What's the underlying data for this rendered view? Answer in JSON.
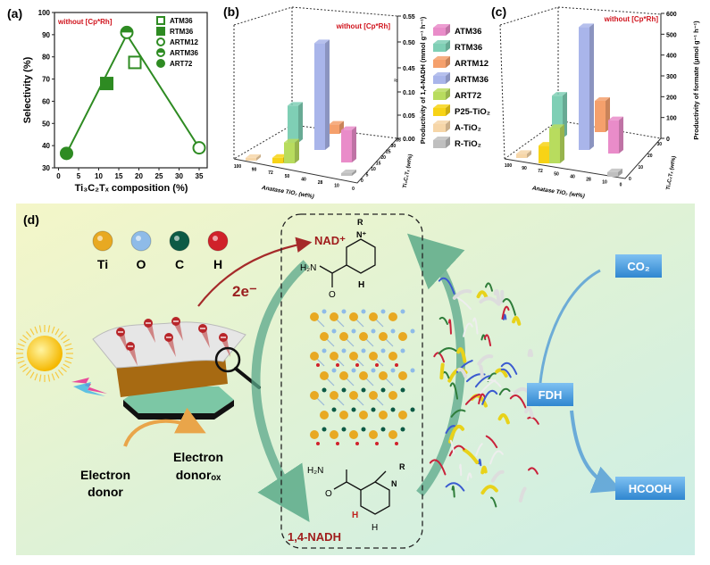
{
  "chart_data": [
    {
      "panel": "(a)",
      "type": "scatter",
      "annotation": "without [Cp*Rh]",
      "xlabel": "Ti₃C₂Tₓ composition (%)",
      "ylabel": "Selectivity (%)",
      "xlim": [
        -1,
        37
      ],
      "ylim": [
        30,
        100
      ],
      "xticks": [
        0,
        5,
        10,
        15,
        20,
        25,
        30,
        35
      ],
      "yticks": [
        30,
        40,
        50,
        60,
        70,
        80,
        90,
        100
      ],
      "line_points": [
        [
          2,
          36.5
        ],
        [
          17,
          90
        ],
        [
          35,
          39
        ]
      ],
      "color": "#2e8b22",
      "legend_position": "top-right",
      "series": [
        {
          "name": "ATM36",
          "marker": "open-square",
          "x": 19,
          "y": 77.5
        },
        {
          "name": "RTM36",
          "marker": "filled-square",
          "x": 12,
          "y": 68
        },
        {
          "name": "ARTM12",
          "marker": "open-circle",
          "x": 35,
          "y": 39
        },
        {
          "name": "ARTM36",
          "marker": "half-circle",
          "x": 17,
          "y": 91
        },
        {
          "name": "ART72",
          "marker": "filled-circle",
          "x": 2,
          "y": 36.5
        }
      ]
    },
    {
      "panel": "(b)",
      "type": "bar",
      "annotation": "without [Cp*Rh]",
      "xlabel": "Anatase TiO₂ (wt%)",
      "zlabel": "Ti₃C₂Tₓ (wt%)",
      "ylabel": "Productivity of 1,4-NADH (mmol g⁻¹ h⁻¹)",
      "yticks": [
        "0.00",
        "0.05",
        "0.10",
        "0.45",
        "0.50",
        "0.55"
      ],
      "axis_break": [
        0.1,
        0.45
      ],
      "xticks": [
        "100",
        "90",
        "72",
        "50",
        "40",
        "28",
        "10",
        "0"
      ],
      "zticks": [
        "0",
        "5",
        "10",
        "15",
        "20",
        "25",
        "30",
        "35"
      ],
      "categories": [
        "ATM36",
        "RTM36",
        "ARTM12",
        "ARTM36",
        "ART72",
        "P25-TiO₂",
        "A-TiO₂",
        "R-TiO₂"
      ],
      "values": [
        0.07,
        0.08,
        0.02,
        0.52,
        0.045,
        0.012,
        0.006,
        0.004
      ]
    },
    {
      "panel": "(c)",
      "type": "bar",
      "annotation": "without [Cp*Rh]",
      "xlabel": "Anatase TiO₂ (wt%)",
      "zlabel": "Ti₃C₂Tₓ (wt%)",
      "ylabel": "Productivity of formate (μmol g⁻¹ h⁻¹)",
      "yticks": [
        "0",
        "100",
        "200",
        "300",
        "400",
        "500",
        "600"
      ],
      "xticks": [
        "100",
        "90",
        "72",
        "50",
        "40",
        "28",
        "10",
        "0"
      ],
      "zticks": [
        "0",
        "10",
        "20",
        "30"
      ],
      "ylim": [
        0,
        600
      ],
      "categories": [
        "ATM36",
        "RTM36",
        "ARTM12",
        "ARTM36",
        "ART72",
        "P25-TiO₂",
        "A-TiO₂",
        "R-TiO₂"
      ],
      "values": [
        160,
        205,
        150,
        590,
        170,
        85,
        20,
        22
      ]
    }
  ],
  "bar_colors": [
    "#e98cc9",
    "#7fcfb5",
    "#f5a06c",
    "#a9b5ea",
    "#b8dc5e",
    "#f7d316",
    "#f6d6a8",
    "#bfbfbf"
  ],
  "legend_bc": [
    "ATM36",
    "RTM36",
    "ARTM12",
    "ARTM36",
    "ART72",
    "P25-TiO₂",
    "A-TiO₂",
    "R-TiO₂"
  ],
  "panel_d": {
    "label": "(d)",
    "atoms": [
      {
        "symbol": "Ti",
        "color": "#e8a922"
      },
      {
        "symbol": "O",
        "color": "#8ebbe8"
      },
      {
        "symbol": "C",
        "color": "#0d5a45"
      },
      {
        "symbol": "H",
        "color": "#d0212a"
      }
    ],
    "electrons": "2e⁻",
    "electron_donor": [
      "Electron",
      "donor"
    ],
    "electron_donor_ox": [
      "Electron",
      "donorₒₓ"
    ],
    "nad_plus": "NAD⁺",
    "nadh": "1,4-NADH",
    "h2n": "H₂N",
    "o": "O",
    "h": "H",
    "n_plus": "N⁺",
    "n": "N",
    "r": "R",
    "fdh": "FDH",
    "co2": "CO₂",
    "hcooh": "HCOOH"
  }
}
